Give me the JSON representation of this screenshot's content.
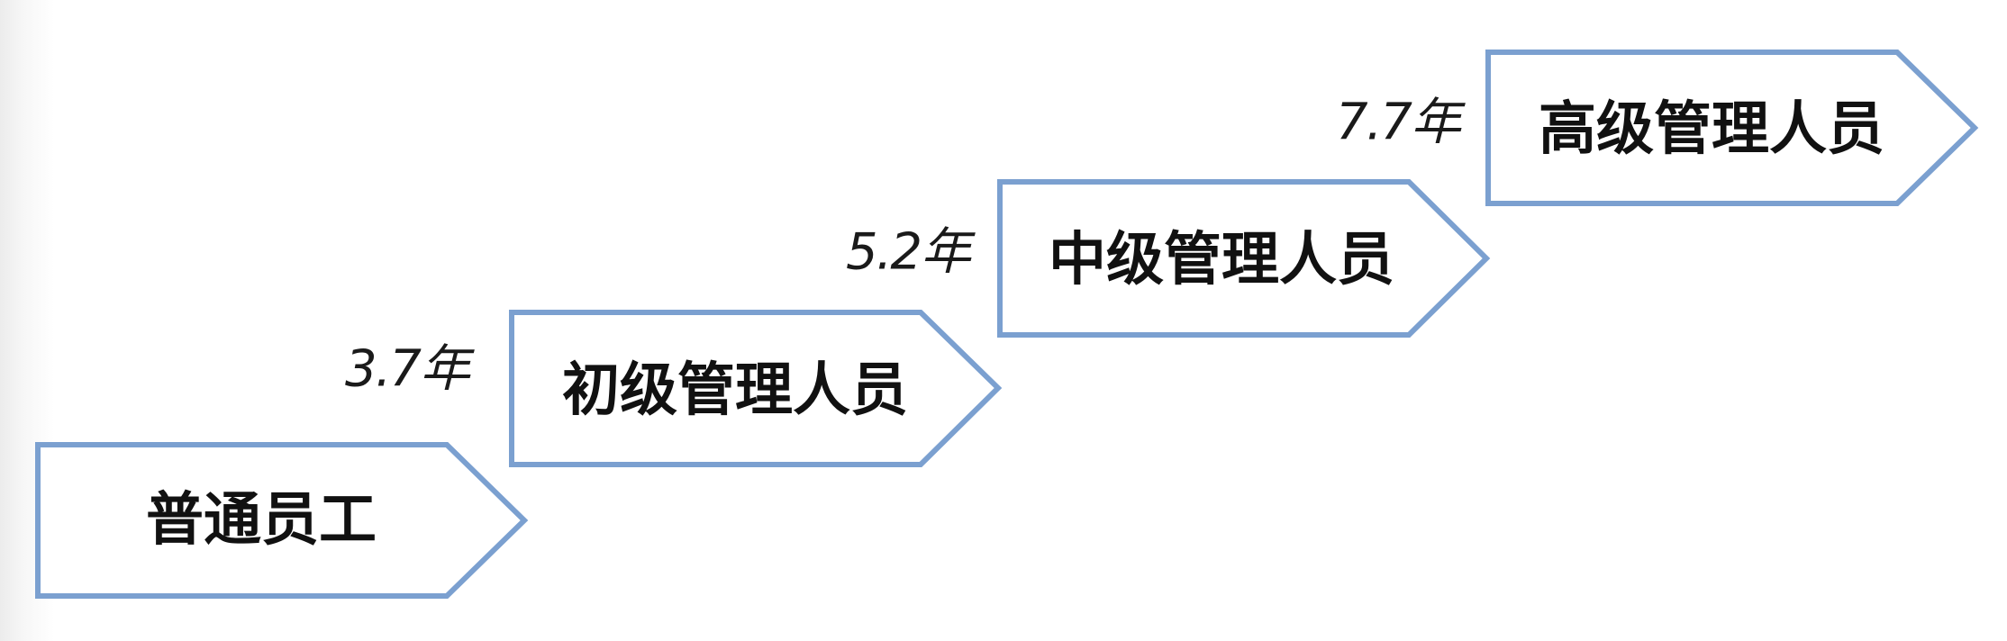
{
  "diagram": {
    "stages": [
      {
        "label": "普通员工"
      },
      {
        "label": "初级管理人员"
      },
      {
        "label": "中级管理人员"
      },
      {
        "label": "高级管理人员"
      }
    ],
    "durations": [
      {
        "label": "3.7年"
      },
      {
        "label": "5.2年"
      },
      {
        "label": "7.7年"
      }
    ],
    "colors": {
      "outline": "#7ba0d0",
      "fill": "#ffffff",
      "text": "#111111"
    }
  }
}
